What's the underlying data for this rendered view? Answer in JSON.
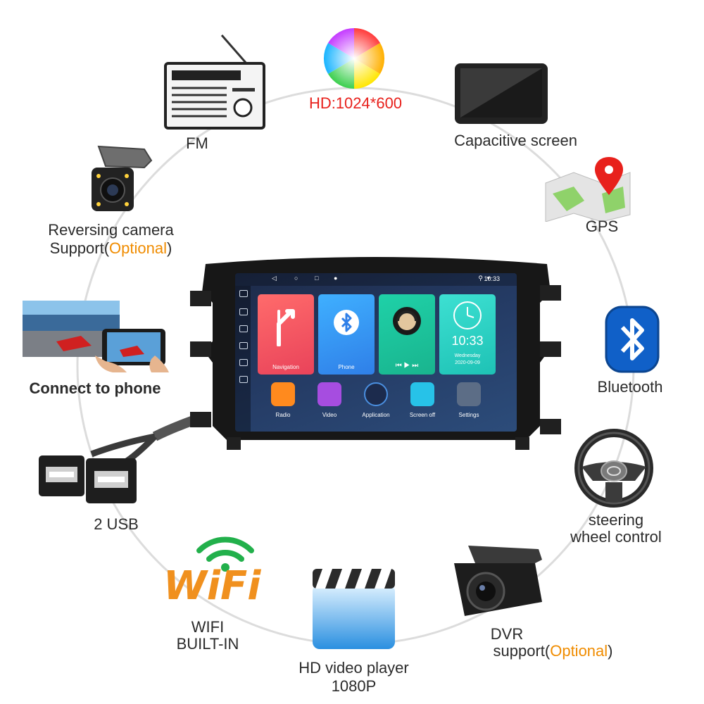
{
  "features": {
    "hd": "HD:1024*600",
    "fm": "FM",
    "capacitive": "Capacitive screen",
    "reversing_line1": "Reversing camera",
    "reversing_prefix": "Support(",
    "reversing_optional": "Optional",
    "reversing_suffix": ")",
    "gps": "GPS",
    "connect": "Connect to phone",
    "bluetooth": "Bluetooth",
    "usb": "2 USB",
    "steering_line1": "steering",
    "steering_line2": "wheel control",
    "wifi_logo": "WiFi",
    "wifi_line1": "WIFI",
    "wifi_line2": "BUILT-IN",
    "video_line1": "HD video player",
    "video_line2": "1080P",
    "dvr_line1": "DVR",
    "dvr_prefix": "support(",
    "dvr_optional": "Optional",
    "dvr_suffix": ")"
  },
  "screen": {
    "time": "10:33",
    "tiles": {
      "navigation": "Navigation",
      "phone": "Phone",
      "clock_time": "10:33",
      "clock_day": "Wednesday",
      "clock_date": "2020-09-09"
    },
    "apps": [
      "Radio",
      "Video",
      "Application",
      "Screen off",
      "Settings"
    ]
  },
  "colors": {
    "accent_red": "#e8211c",
    "optional_orange": "#f08c00",
    "bluetooth_blue": "#1060c8",
    "wifi_orange": "#f0901e",
    "wifi_green": "#22b04b"
  }
}
